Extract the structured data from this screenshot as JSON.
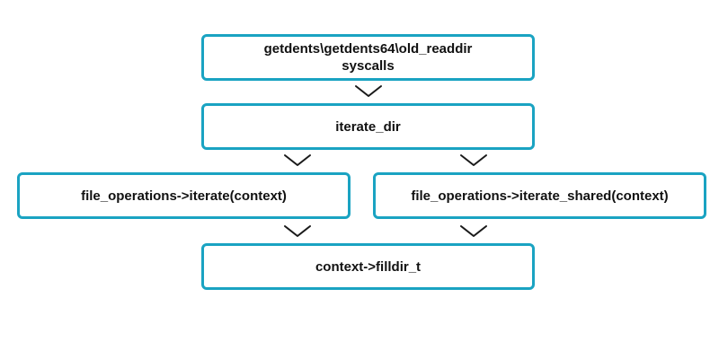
{
  "nodes": {
    "syscalls": "getdents\\getdents64\\old_readdir\nsyscalls",
    "iterate_dir": "iterate_dir",
    "iterate": "file_operations->iterate(context)",
    "iterate_shared": "file_operations->iterate_shared(context)",
    "filldir": "context->filldir_t"
  },
  "colors": {
    "box_border": "#1aa3c2",
    "arrow": "#1a1a1a",
    "text": "#111111"
  }
}
